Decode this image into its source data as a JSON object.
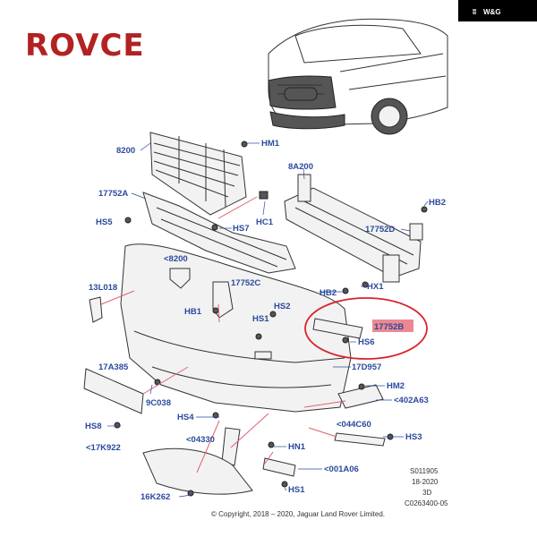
{
  "badge": "W&G",
  "logo": "ROVCE",
  "parts": {
    "p8200": "8200",
    "hm1_top": "HM1",
    "p8a200": "8A200",
    "p17752a": "17752A",
    "hb2_top": "HB2",
    "hs5": "HS5",
    "hs7": "HS7",
    "hc1": "HC1",
    "p17752d": "17752D",
    "p8200b": "<8200",
    "p13l018": "13L018",
    "p17752c": "17752C",
    "hb1": "HB1",
    "hs2": "HS2",
    "hs1": "HS1",
    "hb2_mid": "HB2",
    "hx1": "HX1",
    "p17752b": "17752B",
    "hs6": "HS6",
    "p17a385": "17A385",
    "p17d957": "17D957",
    "hm2": "HM2",
    "p402a63": "<402A63",
    "p9c038": "9C038",
    "hs4": "HS4",
    "p044c60": "<044C60",
    "hs8": "HS8",
    "hs3": "HS3",
    "p04330": "<04330",
    "p17k922": "<17K922",
    "hn1": "HN1",
    "p001a06": "<001A06",
    "p16k262": "16K262",
    "hs1_bottom": "HS1"
  },
  "meta": {
    "code": "S011905",
    "date": "18-2020",
    "view": "3D",
    "ref": "C0263400-05"
  },
  "copyright": "© Copyright, 2018 – 2020, Jaguar Land Rover Limited.",
  "colors": {
    "label": "#2a4a9c",
    "highlight": "#e8737f",
    "logo": "#b22222",
    "circle": "#d9232d"
  }
}
